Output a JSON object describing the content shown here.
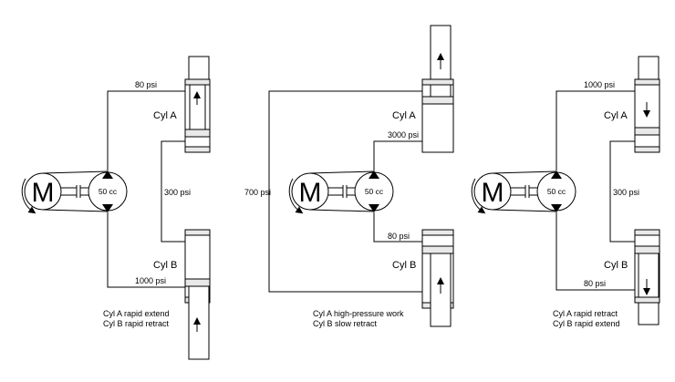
{
  "circuits": [
    {
      "motor_letter": "M",
      "pump": "50 cc",
      "top_line": "80 psi",
      "link_line": "300 psi",
      "bottom_line": "1000 psi",
      "cyl_a": "Cyl A",
      "cyl_b": "Cyl B",
      "caption_1": "Cyl A rapid extend",
      "caption_2": "Cyl B rapid retract"
    },
    {
      "motor_letter": "M",
      "pump": "50 cc",
      "outer_line": "700 psi",
      "a_line": "3000 psi",
      "b_line": "80 psi",
      "cyl_a": "Cyl A",
      "cyl_b": "Cyl B",
      "caption_1": "Cyl A high-pressure work",
      "caption_2": "Cyl B slow retract"
    },
    {
      "motor_letter": "M",
      "pump": "50 cc",
      "top_line": "1000 psi",
      "link_line": "300 psi",
      "bottom_line": "80 psi",
      "cyl_a": "Cyl A",
      "cyl_b": "Cyl B",
      "caption_1": "Cyl A rapid retract",
      "caption_2": "Cyl B rapid extend"
    }
  ]
}
